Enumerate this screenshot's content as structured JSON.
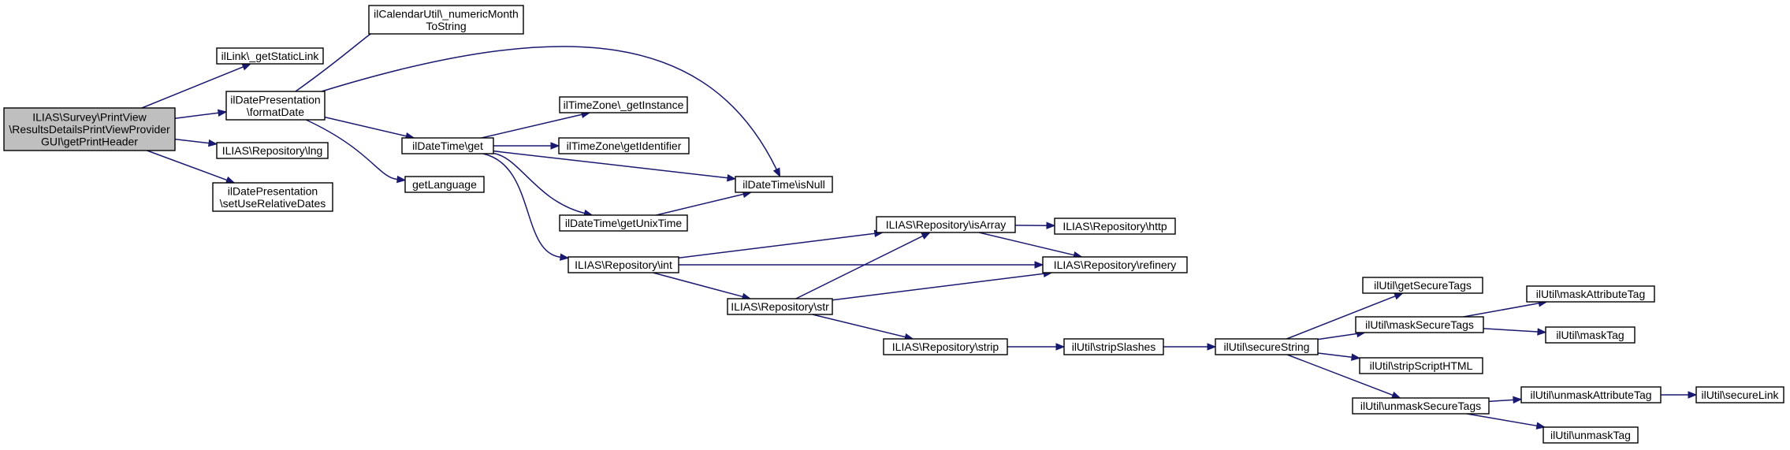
{
  "graph": {
    "edge_color": "#191970",
    "root_fill": "#bfbfbf",
    "nodes": [
      {
        "id": "root",
        "lines": [
          "ILIAS\\Survey\\PrintView",
          "\\ResultsDetailsPrintViewProvider",
          "GUI\\getPrintHeader"
        ]
      },
      {
        "id": "getStaticLink",
        "lines": [
          "ilLink\\_getStaticLink"
        ]
      },
      {
        "id": "formatDate",
        "lines": [
          "ilDatePresentation",
          "\\formatDate"
        ]
      },
      {
        "id": "lng",
        "lines": [
          "ILIAS\\Repository\\lng"
        ]
      },
      {
        "id": "setUseRelativeDates",
        "lines": [
          "ilDatePresentation",
          "\\setUseRelativeDates"
        ]
      },
      {
        "id": "numericMonthToString",
        "lines": [
          "ilCalendarUtil\\_numericMonth",
          "ToString"
        ]
      },
      {
        "id": "dtGet",
        "lines": [
          "ilDateTime\\get"
        ]
      },
      {
        "id": "getLanguage",
        "lines": [
          "getLanguage"
        ]
      },
      {
        "id": "getInstance",
        "lines": [
          "ilTimeZone\\_getInstance"
        ]
      },
      {
        "id": "getIdentifier",
        "lines": [
          "ilTimeZone\\getIdentifier"
        ]
      },
      {
        "id": "isNull",
        "lines": [
          "ilDateTime\\isNull"
        ]
      },
      {
        "id": "getUnixTime",
        "lines": [
          "ilDateTime\\getUnixTime"
        ]
      },
      {
        "id": "repoInt",
        "lines": [
          "ILIAS\\Repository\\int"
        ]
      },
      {
        "id": "repoStr",
        "lines": [
          "ILIAS\\Repository\\str"
        ]
      },
      {
        "id": "isArray",
        "lines": [
          "ILIAS\\Repository\\isArray"
        ]
      },
      {
        "id": "repoHttp",
        "lines": [
          "ILIAS\\Repository\\http"
        ]
      },
      {
        "id": "refinery",
        "lines": [
          "ILIAS\\Repository\\refinery"
        ]
      },
      {
        "id": "repoStrip",
        "lines": [
          "ILIAS\\Repository\\strip"
        ]
      },
      {
        "id": "stripSlashes",
        "lines": [
          "ilUtil\\stripSlashes"
        ]
      },
      {
        "id": "secureString",
        "lines": [
          "ilUtil\\secureString"
        ]
      },
      {
        "id": "getSecureTags",
        "lines": [
          "ilUtil\\getSecureTags"
        ]
      },
      {
        "id": "maskSecureTags",
        "lines": [
          "ilUtil\\maskSecureTags"
        ]
      },
      {
        "id": "stripScriptHTML",
        "lines": [
          "ilUtil\\stripScriptHTML"
        ]
      },
      {
        "id": "unmaskSecureTags",
        "lines": [
          "ilUtil\\unmaskSecureTags"
        ]
      },
      {
        "id": "maskAttributeTag",
        "lines": [
          "ilUtil\\maskAttributeTag"
        ]
      },
      {
        "id": "maskTag",
        "lines": [
          "ilUtil\\maskTag"
        ]
      },
      {
        "id": "unmaskAttributeTag",
        "lines": [
          "ilUtil\\unmaskAttributeTag"
        ]
      },
      {
        "id": "unmaskTag",
        "lines": [
          "ilUtil\\unmaskTag"
        ]
      },
      {
        "id": "secureLink",
        "lines": [
          "ilUtil\\secureLink"
        ]
      }
    ],
    "edges": [
      [
        "root",
        "getStaticLink"
      ],
      [
        "root",
        "formatDate"
      ],
      [
        "root",
        "lng"
      ],
      [
        "root",
        "setUseRelativeDates"
      ],
      [
        "formatDate",
        "numericMonthToString"
      ],
      [
        "formatDate",
        "isNull"
      ],
      [
        "formatDate",
        "dtGet"
      ],
      [
        "formatDate",
        "getLanguage"
      ],
      [
        "dtGet",
        "getInstance"
      ],
      [
        "dtGet",
        "getIdentifier"
      ],
      [
        "dtGet",
        "isNull"
      ],
      [
        "dtGet",
        "getUnixTime"
      ],
      [
        "dtGet",
        "repoInt"
      ],
      [
        "getUnixTime",
        "isNull"
      ],
      [
        "repoInt",
        "isArray"
      ],
      [
        "repoInt",
        "refinery"
      ],
      [
        "repoInt",
        "repoStr"
      ],
      [
        "repoStr",
        "isArray"
      ],
      [
        "repoStr",
        "refinery"
      ],
      [
        "repoStr",
        "repoStrip"
      ],
      [
        "isArray",
        "repoHttp"
      ],
      [
        "isArray",
        "refinery"
      ],
      [
        "repoStrip",
        "stripSlashes"
      ],
      [
        "stripSlashes",
        "secureString"
      ],
      [
        "secureString",
        "getSecureTags"
      ],
      [
        "secureString",
        "maskSecureTags"
      ],
      [
        "secureString",
        "stripScriptHTML"
      ],
      [
        "secureString",
        "unmaskSecureTags"
      ],
      [
        "maskSecureTags",
        "maskAttributeTag"
      ],
      [
        "maskSecureTags",
        "maskTag"
      ],
      [
        "unmaskSecureTags",
        "unmaskAttributeTag"
      ],
      [
        "unmaskSecureTags",
        "unmaskTag"
      ],
      [
        "unmaskAttributeTag",
        "secureLink"
      ]
    ]
  }
}
